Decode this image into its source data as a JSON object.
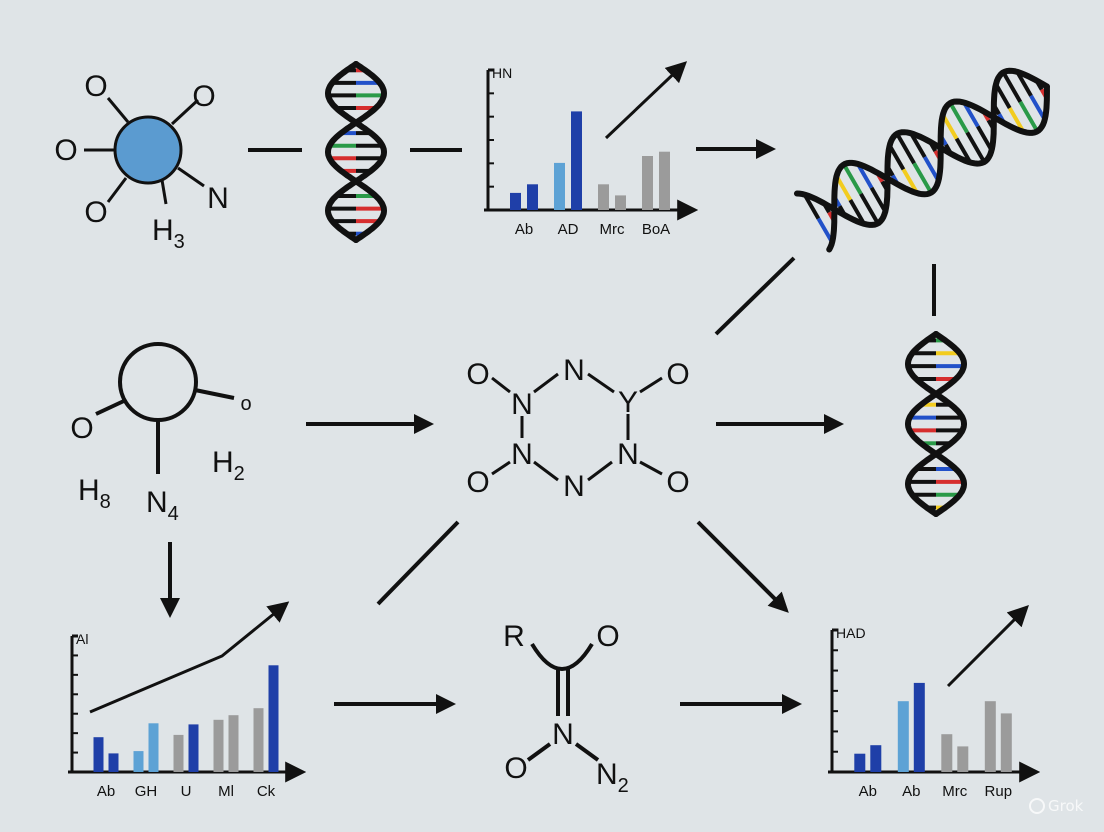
{
  "colors": {
    "background": "#dfe4e7",
    "ink": "#111111",
    "dark_blue": "#1f3fa8",
    "light_blue": "#5da2d5",
    "gray": "#9b9b9b",
    "atom_fill": "#5b9bd0",
    "dna_red": "#d62e2e",
    "dna_blue": "#2251c9",
    "dna_green": "#2a9a48",
    "dna_yellow": "#f2cc1f"
  },
  "molecule_1": {
    "atoms": [
      "O",
      "O",
      "O",
      "O",
      "N"
    ],
    "formula_main": "H",
    "formula_sub": "3"
  },
  "molecule_2": {
    "atoms": [
      "O",
      "o"
    ],
    "formula_left_main": "H",
    "formula_left_sub": "8",
    "formula_right_main": "H",
    "formula_right_sub": "2",
    "formula_bottom_main": "N",
    "formula_bottom_sub": "4"
  },
  "molecule_3": {
    "atoms": [
      "O",
      "N",
      "O",
      "N",
      "Y",
      "N",
      "N",
      "O",
      "N",
      "O"
    ]
  },
  "molecule_4": {
    "atoms": [
      "R",
      "O",
      "O",
      "N",
      "N"
    ],
    "formula_sub": "2"
  },
  "chart_data": [
    {
      "type": "bar",
      "title": "HN",
      "categories": [
        "Ab",
        "AD",
        "Mrc",
        "BoA"
      ],
      "series": [
        {
          "values": [
            2,
            5.5,
            3,
            6.3
          ]
        },
        {
          "values": [
            3,
            11.5,
            1.7,
            6.8
          ]
        }
      ],
      "ylim": [
        0,
        14
      ],
      "trend_arrow": "up"
    },
    {
      "type": "bar",
      "title": "Al",
      "categories": [
        "Ab",
        "GH",
        "U",
        "Ml",
        "Ck"
      ],
      "series": [
        {
          "values": [
            3,
            1.8,
            3.2,
            4.5,
            5.5
          ]
        },
        {
          "values": [
            1.6,
            4.2,
            4.1,
            4.9,
            9.2
          ]
        }
      ],
      "ylim": [
        0,
        10
      ],
      "trend_line": "up"
    },
    {
      "type": "bar",
      "title": "HAD",
      "categories": [
        "Ab",
        "Ab",
        "Mrc",
        "Rup"
      ],
      "series": [
        {
          "values": [
            1.5,
            5.8,
            3.1,
            5.8
          ]
        },
        {
          "values": [
            2.2,
            7.3,
            2.1,
            4.8
          ]
        }
      ],
      "ylim": [
        0,
        10
      ],
      "trend_arrow": "up"
    }
  ],
  "watermark": {
    "text": "Grok"
  }
}
